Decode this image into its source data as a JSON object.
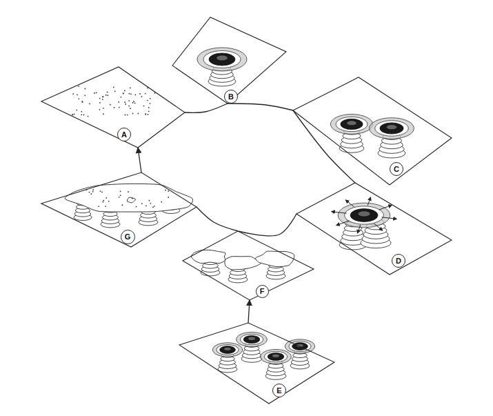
{
  "diagram": {
    "nodes": [
      {
        "text": [
          "A"
        ]
      },
      {
        "text": [
          "B"
        ]
      },
      {
        "text": [
          "C"
        ]
      },
      {
        "text": [
          "D"
        ]
      },
      {
        "text": [
          "E"
        ]
      },
      {
        "text": [
          "F"
        ]
      },
      {
        "text": [
          "G"
        ]
      }
    ],
    "edges": [
      {
        "from": 0,
        "to": 1,
        "arrow": "none"
      },
      {
        "from": 1,
        "to": 2,
        "arrow": "none"
      },
      {
        "from": 2,
        "to": 3,
        "arrow": "none"
      },
      {
        "from": 3,
        "to": 5,
        "arrow": "none"
      },
      {
        "from": 5,
        "to": 6,
        "arrow": "none"
      },
      {
        "from": 6,
        "to": 0,
        "arrow": "to"
      },
      {
        "from": 4,
        "to": 5,
        "arrow": "to"
      }
    ]
  }
}
